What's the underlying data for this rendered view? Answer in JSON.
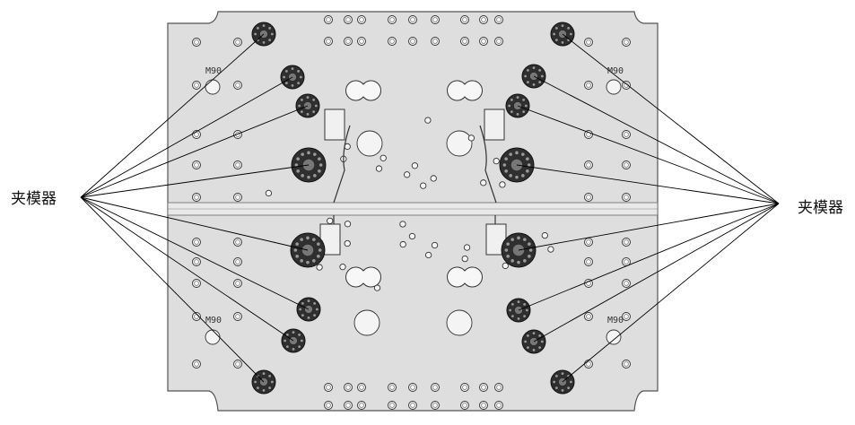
{
  "labels": {
    "left": "夹模器",
    "right": "夹模器"
  },
  "plate_marks": {
    "upper_left": "M90",
    "upper_right": "M90",
    "lower_left": "M90",
    "lower_right": "M90"
  },
  "colors": {
    "plate_fill": "#dedede",
    "plate_stroke": "#555555",
    "clamp_fill": "#2f2f2f",
    "leader_line": "#000000"
  },
  "clamp_count": 16
}
